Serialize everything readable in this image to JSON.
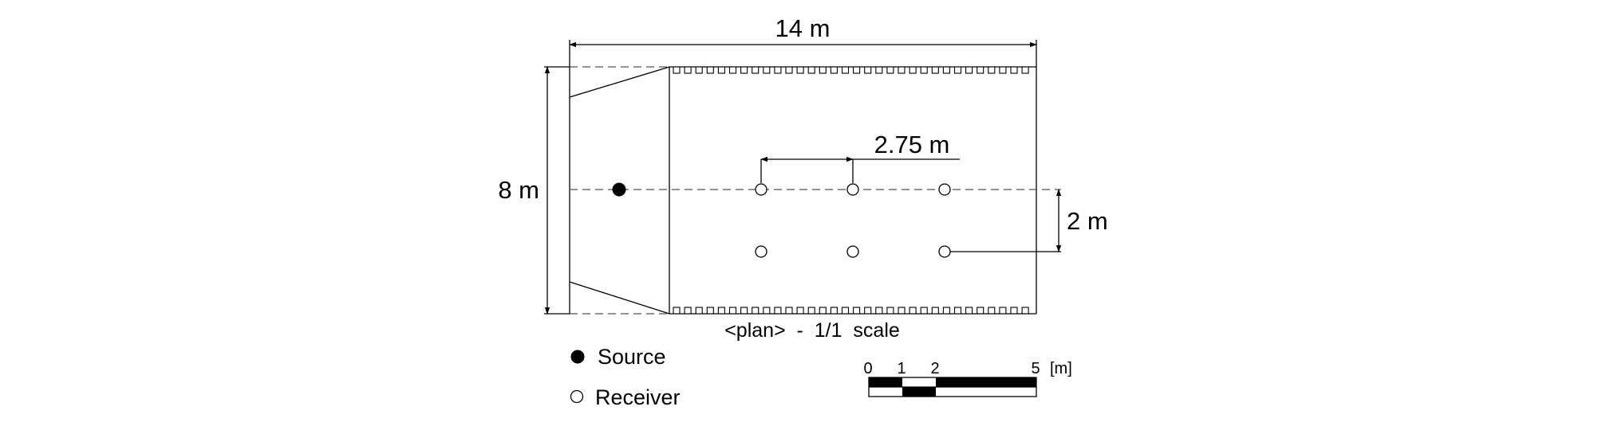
{
  "plan": {
    "width_label": "14 m",
    "height_label": "8 m",
    "spacing_label": "2.75 m",
    "row_offset_label": "2 m",
    "caption": "<plan>  -  1/1  scale"
  },
  "legend": {
    "source_label": "Source",
    "receiver_label": "Receiver"
  },
  "scale_bar": {
    "ticks": [
      "0",
      "1",
      "2",
      "5"
    ],
    "unit": "[m]"
  },
  "colors": {
    "line": "#000000",
    "dashed": "#555555"
  }
}
